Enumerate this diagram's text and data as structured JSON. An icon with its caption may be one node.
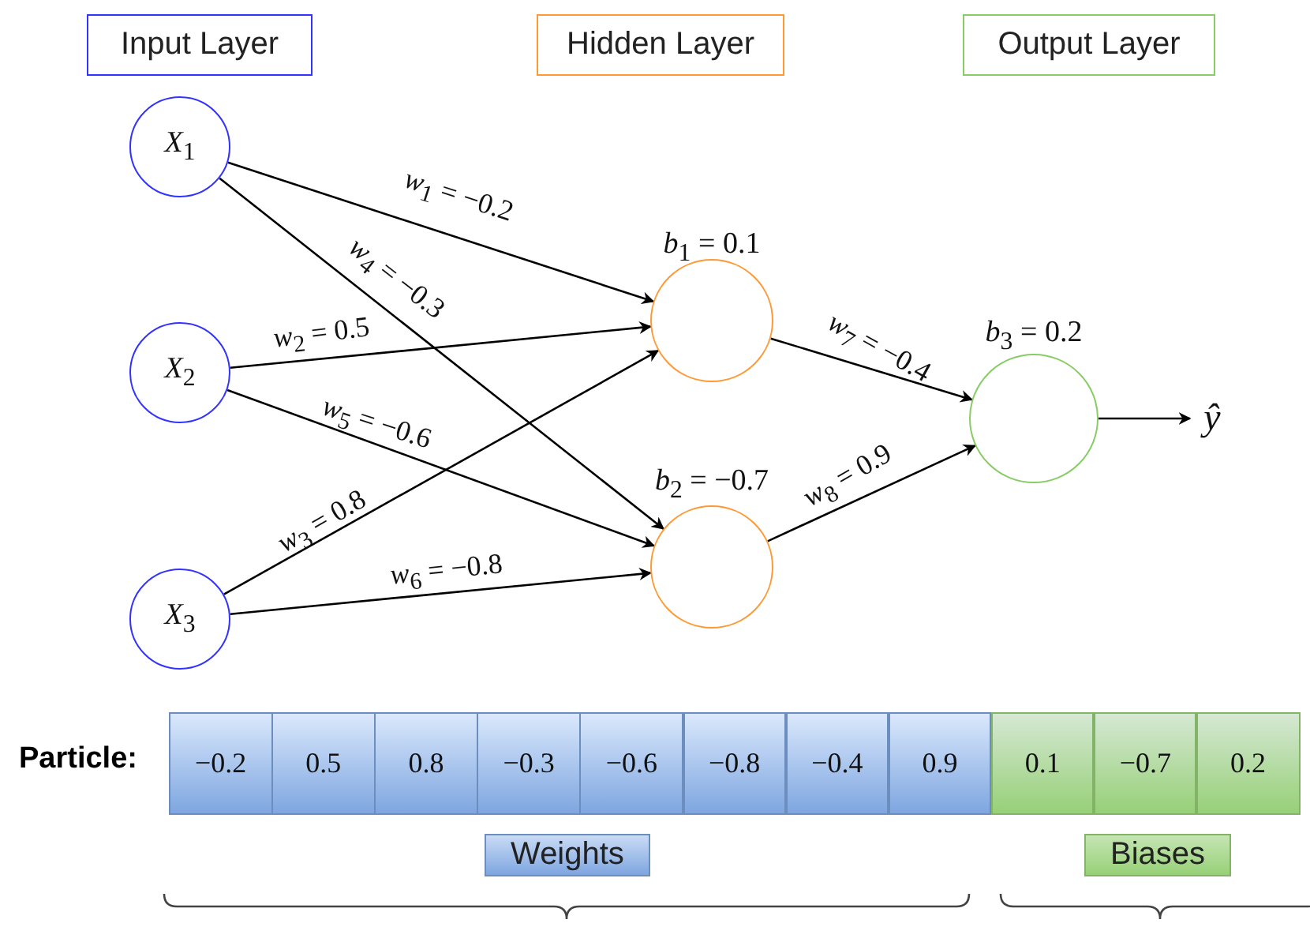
{
  "diagram": {
    "nodes": [
      {
        "text": [
          "Input Layer"
        ]
      },
      {
        "text": [
          "Hidden Layer"
        ]
      },
      {
        "text": [
          "Output Layer"
        ]
      },
      {
        "text": [
          "*X*$_{1}$"
        ]
      },
      {
        "text": [
          "*X*$_{2}$"
        ]
      },
      {
        "text": [
          "*X*$_{3}$"
        ]
      },
      {
        "text": [],
        "shape": "circle",
        "beside": [
          "*b*$_{1}$ = 0.1"
        ]
      },
      {
        "text": [],
        "shape": "circle",
        "beside": [
          "*b*$_{2}$ = −0.7"
        ]
      },
      {
        "text": [],
        "shape": "circle",
        "beside": [
          "*b*$_{3}$ = 0.2"
        ]
      },
      {
        "text": [
          "*ŷ*"
        ]
      },
      {
        "text": [
          "Weights"
        ]
      },
      {
        "text": [
          "Biases"
        ]
      }
    ],
    "edges": [
      {
        "from": 3,
        "to": 6,
        "arrow": "to",
        "label": "*w*$_{1}$ = −0.2"
      },
      {
        "from": 4,
        "to": 6,
        "arrow": "to",
        "label": "*w*$_{2}$ = 0.5"
      },
      {
        "from": 5,
        "to": 6,
        "arrow": "to",
        "label": "*w*$_{3}$ = 0.8"
      },
      {
        "from": 3,
        "to": 7,
        "arrow": "to",
        "label": "*w*$_{4}$ = −0.3"
      },
      {
        "from": 4,
        "to": 7,
        "arrow": "to",
        "label": "*w*$_{5}$ = −0.6"
      },
      {
        "from": 5,
        "to": 7,
        "arrow": "to",
        "label": "*w*$_{6}$ = −0.8"
      },
      {
        "from": 6,
        "to": 8,
        "arrow": "to",
        "label": "*w*$_{7}$ = −0.4"
      },
      {
        "from": 7,
        "to": 8,
        "arrow": "to",
        "label": "*w*$_{8}$ = 0.9"
      },
      {
        "from": 8,
        "to": 9,
        "arrow": "to"
      }
    ],
    "labels": [
      "Particle:",
      "−0.2",
      "0.5",
      "0.8",
      "−0.3",
      "−0.6",
      "−0.8",
      "−0.4",
      "0.9",
      "0.1",
      "−0.7",
      "0.2"
    ]
  }
}
